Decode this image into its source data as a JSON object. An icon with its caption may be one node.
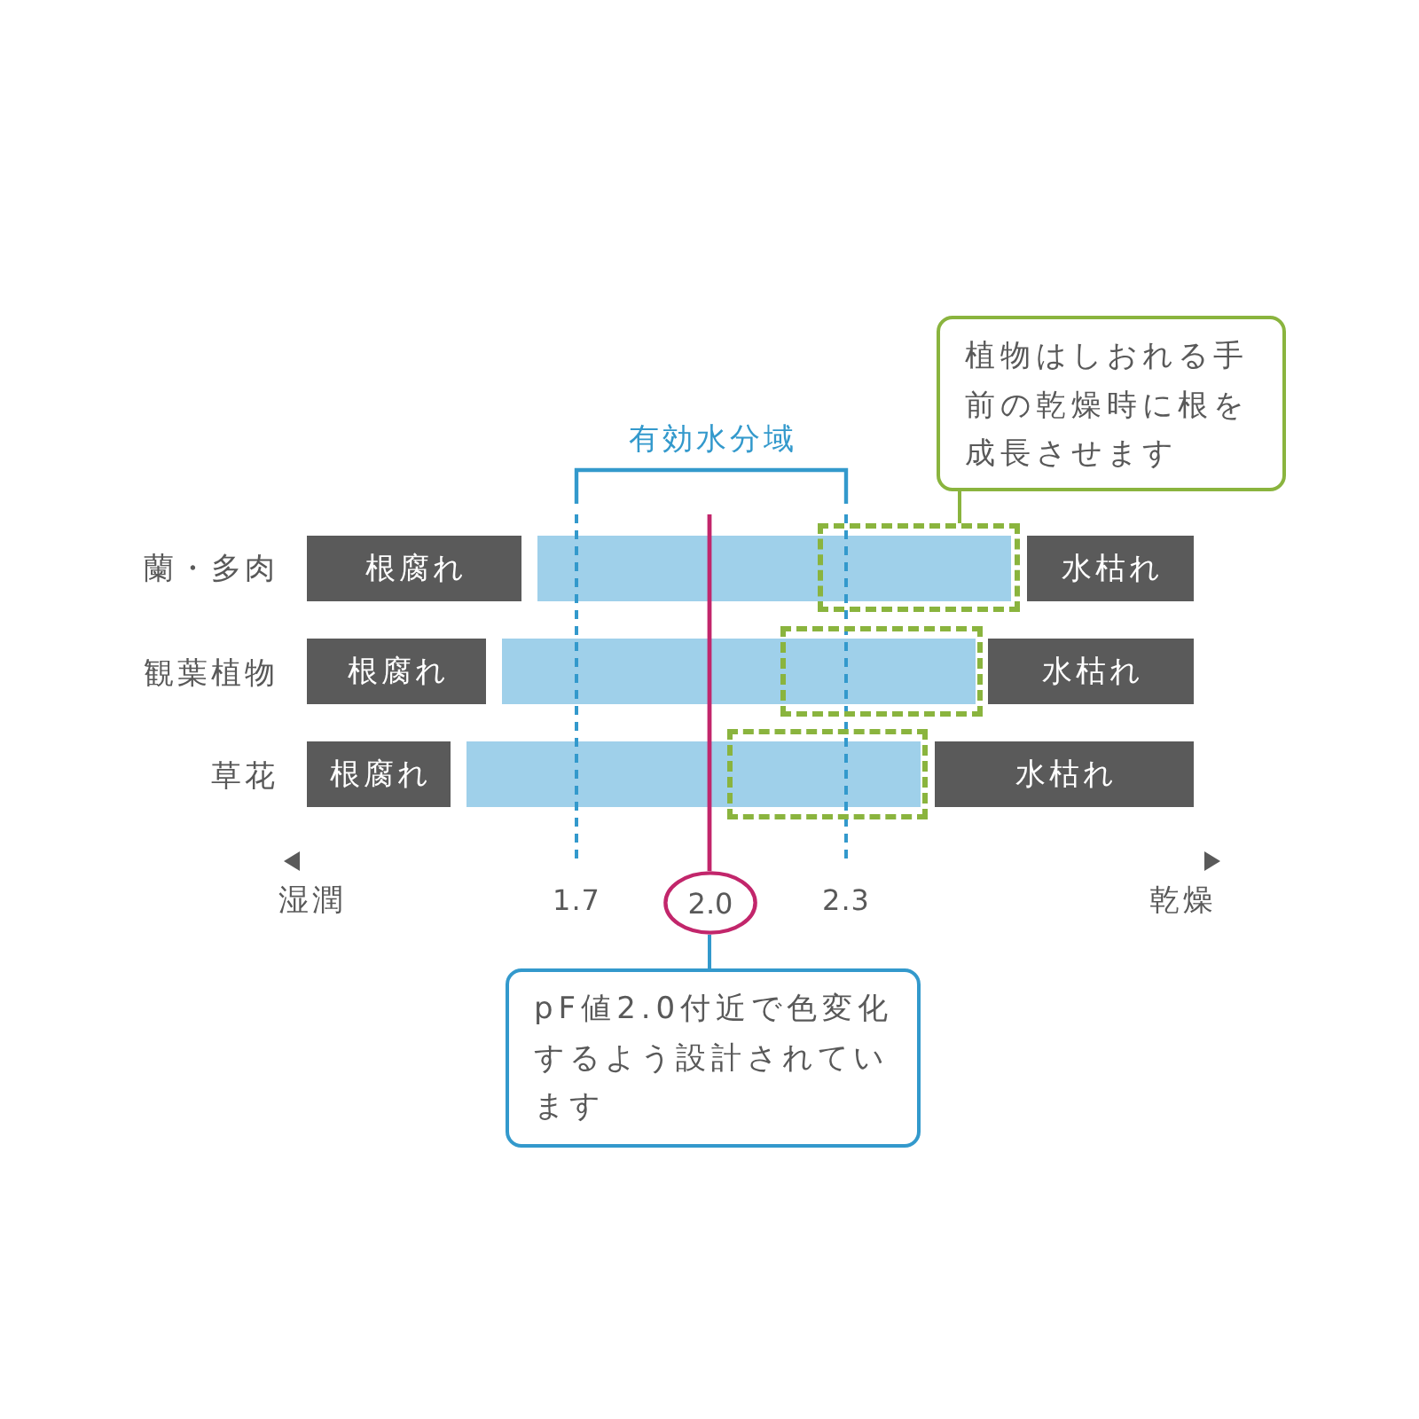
{
  "diagram": {
    "nodes": [
      {
        "text": [
          "植物はしおれる手前の乾燥時に根を成長させます"
        ]
      },
      {
        "text": [
          "根腐れ"
        ]
      },
      {
        "text": [],
        "shape": "bar"
      },
      {
        "text": [],
        "shape": "box"
      },
      {
        "text": [
          "水枯れ"
        ]
      },
      {
        "text": [
          "根腐れ"
        ]
      },
      {
        "text": [],
        "shape": "bar"
      },
      {
        "text": [],
        "shape": "box"
      },
      {
        "text": [
          "水枯れ"
        ]
      },
      {
        "text": [
          "根腐れ"
        ]
      },
      {
        "text": [],
        "shape": "bar"
      },
      {
        "text": [],
        "shape": "box"
      },
      {
        "text": [
          "水枯れ"
        ]
      },
      {
        "text": [
          "2.0"
        ]
      },
      {
        "text": [
          "pF値2.0付近で色変化するよう設計されています"
        ]
      }
    ],
    "edges": [
      {
        "from": 0,
        "to": 3,
        "arrow": "none",
        "color": "#8ab43e"
      },
      {
        "from": 13,
        "to": 14,
        "arrow": "none",
        "color": "#3399cc"
      }
    ],
    "labels": [
      "有効水分域",
      "蘭・多肉",
      "観葉植物",
      "草花",
      "湿潤",
      "1.7",
      "2.3",
      "乾燥"
    ]
  }
}
